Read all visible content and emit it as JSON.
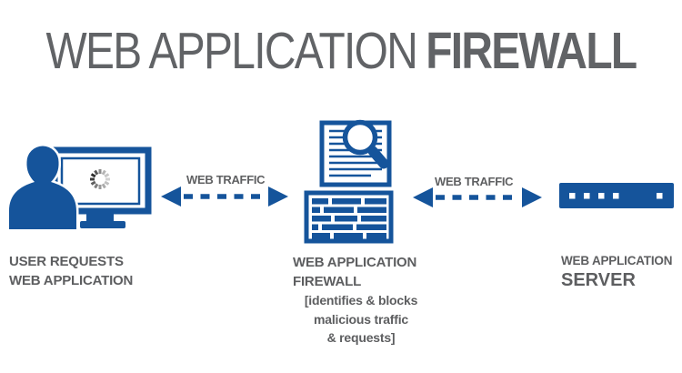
{
  "title": {
    "light": "WEB APPLICATION",
    "bold": "FIREWALL"
  },
  "colors": {
    "accent_blue": "#15549b",
    "title_gray": "#616366",
    "label_gray": "#5d5e60"
  },
  "flows": {
    "left": {
      "icon": "double-headed-dashed-arrow-icon",
      "label": "WEB TRAFFIC"
    },
    "right": {
      "icon": "double-headed-dashed-arrow-icon",
      "label": "WEB TRAFFIC"
    }
  },
  "nodes": {
    "user": {
      "icon": "user-at-computer-icon",
      "spinner_icon": "loading-spinner-icon",
      "label_line1": "USER REQUESTS",
      "label_line2": "WEB APPLICATION"
    },
    "firewall": {
      "icon_top": "document-inspection-icon",
      "icon_magnifier": "magnifier-icon",
      "icon_bottom": "brick-wall-icon",
      "label_line1": "WEB APPLICATION",
      "label_line2": "FIREWALL",
      "note_line1": "[identifies & blocks",
      "note_line2": "malicious traffic",
      "note_line3": "& requests]"
    },
    "server": {
      "icon": "server-icon",
      "label_line1": "WEB APPLICATION",
      "label_line2": "SERVER"
    }
  }
}
